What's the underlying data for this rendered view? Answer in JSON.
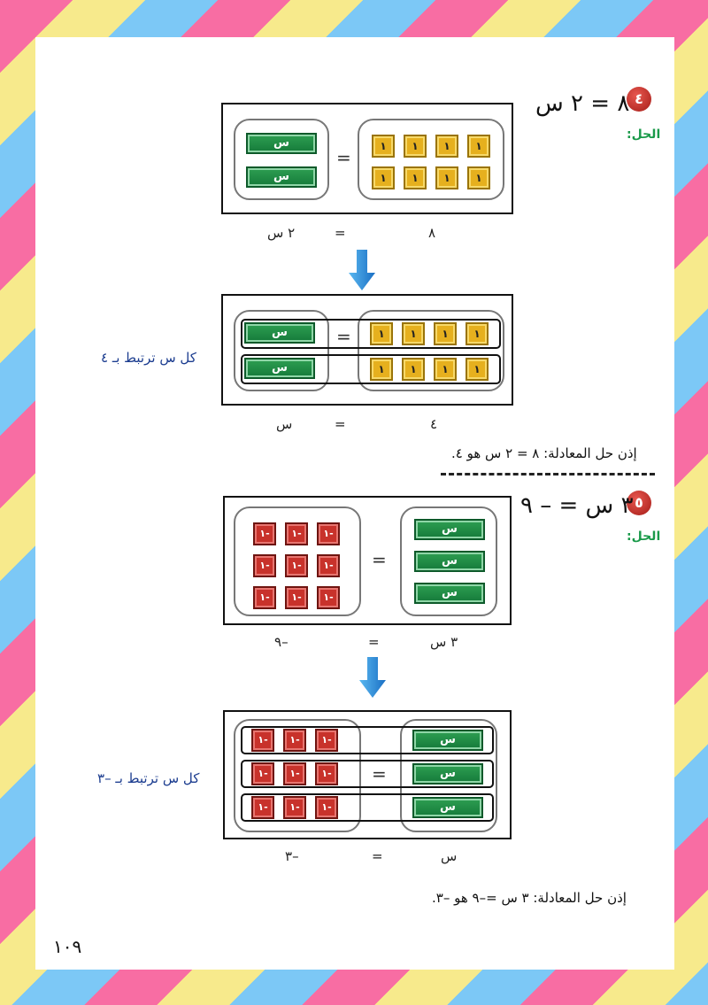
{
  "tiles": {
    "x": "س",
    "one": "١",
    "neg_one": "١-"
  },
  "equals": "=",
  "p4": {
    "number": "٤",
    "equation": "٨ = ٢ س",
    "solution_label": "الحل:",
    "row1_labels": {
      "left": "٢ س",
      "eq": "=",
      "right": "٨"
    },
    "pair_note": "كل س ترتبط بـ ٤",
    "row2_labels": {
      "left": "س",
      "eq": "=",
      "right": "٤"
    },
    "conclusion": "إذن حل المعادلة: ٨ = ٢ س هو ٤."
  },
  "p5": {
    "number": "٥",
    "equation": "٣ س = – ٩",
    "solution_label": "الحل:",
    "row1_labels": {
      "left": "–٩",
      "eq": "=",
      "right": "٣ س"
    },
    "pair_note": "كل س ترتبط بـ –٣",
    "row2_labels": {
      "left": "–٣",
      "eq": "=",
      "right": "س"
    },
    "conclusion": "إذن حل المعادلة: ٣ س =–٩ هو –٣."
  },
  "page_number": "١٠٩"
}
